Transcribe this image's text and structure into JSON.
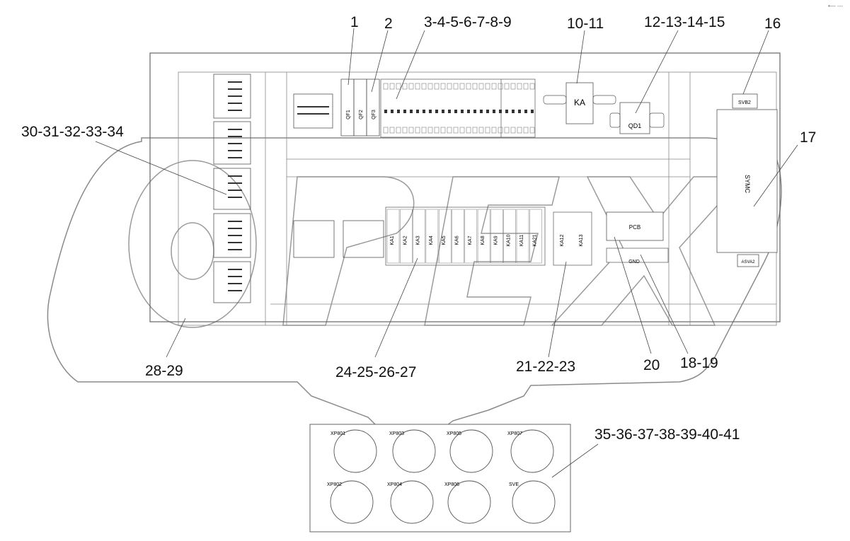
{
  "corner_mark": "•— ---",
  "callouts": {
    "c1": "1",
    "c2": "2",
    "c3_9": "3-4-5-6-7-8-9",
    "c10_11": "10-11",
    "c12_15": "12-13-14-15",
    "c16": "16",
    "c17": "17",
    "c18_19": "18-19",
    "c20": "20",
    "c21_23": "21-22-23",
    "c24_27": "24-25-26-27",
    "c28_29": "28-29",
    "c30_34": "30-31-32-33-34",
    "c35_41": "35-36-37-38-39-40-41"
  },
  "components": {
    "ka": "KA",
    "qd1": "QD1",
    "qf1": "QF1",
    "qf2": "QF2",
    "qf3": "QF3",
    "svb2": "SVB2",
    "svb2_b": "ASVA2",
    "symc": "SYMC",
    "pcb": "PCB",
    "gnd": "GND",
    "relays": [
      "KA1",
      "KA2",
      "KA3",
      "KA4",
      "KA5",
      "KA6",
      "KA7",
      "KA8",
      "KA9",
      "KA10",
      "KA11",
      "KA21"
    ],
    "relays_b": [
      "KA12",
      "KA13"
    ]
  },
  "connectors": [
    "XP801",
    "XP803",
    "XP805",
    "XP807",
    "XP802",
    "XP804",
    "XP806",
    "SVE"
  ],
  "watermark": {
    "text": "OPEX",
    "colors": {
      "line": "#7a7a7a",
      "outline": "#6a6a6a"
    }
  }
}
